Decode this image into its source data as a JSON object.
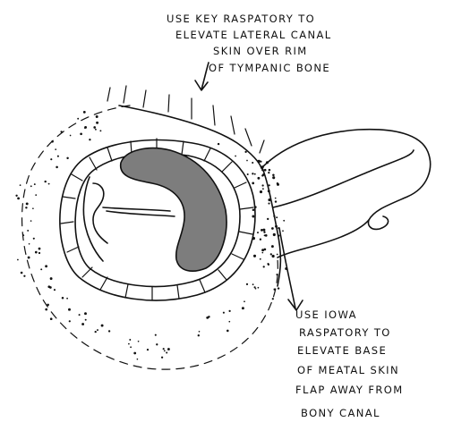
{
  "labels": {
    "top_annotation": [
      "USE KEY RASPATORY TO",
      "ELEVATE LATERAL CANAL",
      "SKIN OVER RIM",
      "OF TYMPANIC BONE"
    ],
    "bottom_annotation": [
      "USE IOWA",
      "RASPATORY TO",
      "ELEVATE BASE",
      "OF MEATAL SKIN",
      "FLAP AWAY FROM",
      "BONY CANAL"
    ]
  }
}
